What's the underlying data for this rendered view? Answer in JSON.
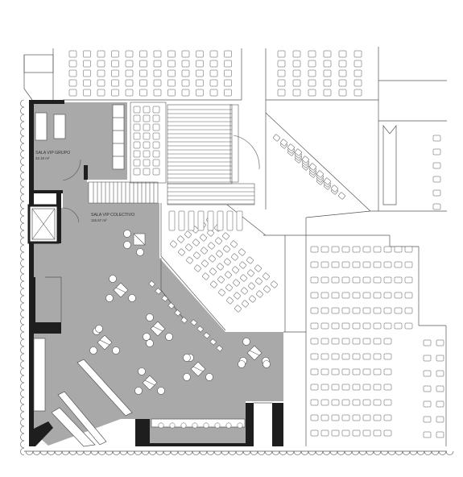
{
  "rooms": [
    {
      "name": "SALA VIP GRUPO",
      "area": "32.19 m²"
    },
    {
      "name": "SALA VIP COLECTIVO",
      "area": "115.67 m²"
    }
  ],
  "colors": {
    "floor_fill": "#a9a9a9",
    "wall": "#1e1e1e",
    "line": "#555555",
    "light_line": "#8a8a8a",
    "background": "#ffffff"
  }
}
